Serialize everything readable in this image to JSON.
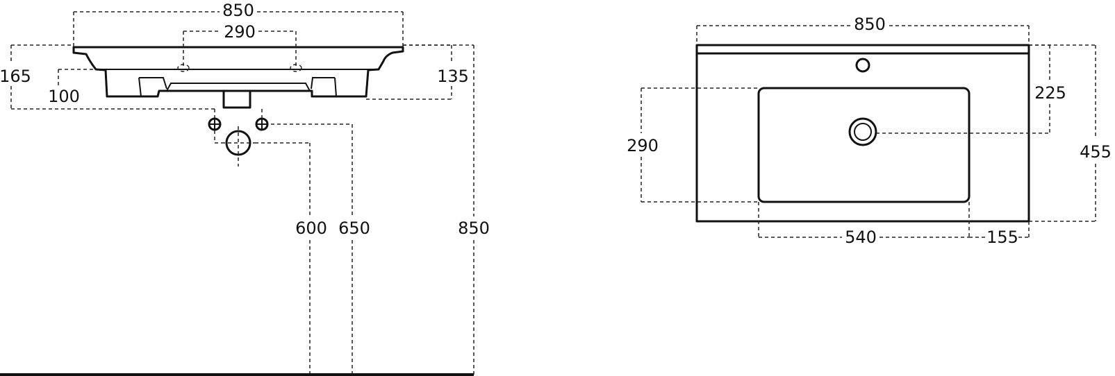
{
  "side_view": {
    "dims": {
      "overall_width": "850",
      "tap_spacing": "290",
      "left_height": "165",
      "left_offset": "100",
      "right_height": "135",
      "drain_height": "600",
      "trap_height": "650",
      "top_height": "850"
    }
  },
  "top_view": {
    "dims": {
      "overall_width": "850",
      "tap_to_drain": "225",
      "bowl_depth": "290",
      "overall_depth": "455",
      "bowl_width": "540",
      "right_margin": "155"
    }
  },
  "colors": {
    "line": "#111111",
    "background": "#ffffff"
  }
}
